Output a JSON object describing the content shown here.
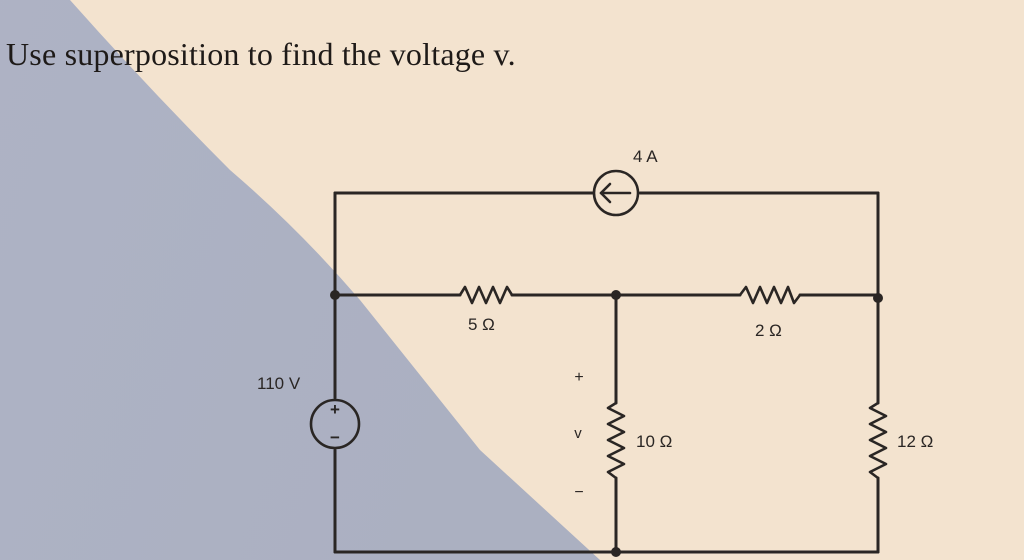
{
  "question": "Use superposition to find the voltage v.",
  "circuit": {
    "current_source": {
      "label": "4 A"
    },
    "voltage_source": {
      "label": "110 V",
      "plus": "+",
      "minus": "−"
    },
    "resistors": {
      "r5": {
        "label": "5 Ω"
      },
      "r2": {
        "label": "2 Ω"
      },
      "r10": {
        "label": "10 Ω"
      },
      "r12": {
        "label": "12 Ω"
      }
    },
    "v_marker": {
      "plus": "+",
      "name": "v",
      "minus": "−"
    }
  }
}
